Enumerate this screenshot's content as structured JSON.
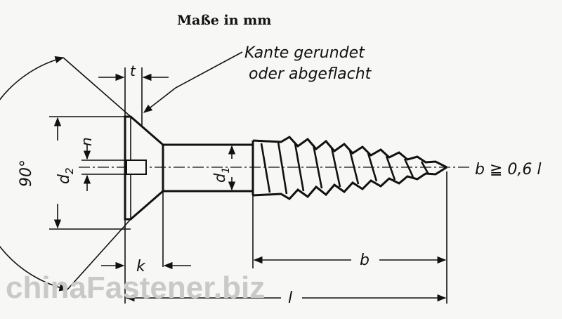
{
  "diagram": {
    "title": "Maße in mm",
    "annotation_line1": "Kante gerundet",
    "annotation_line2": "oder abgeflacht",
    "angle_label": "90°",
    "labels": {
      "t": "t",
      "n": "n",
      "d2": "d",
      "d2_sub": "2",
      "d1": "d",
      "d1_sub": "1",
      "k": "k",
      "b": "b",
      "l": "l"
    },
    "formula": "b ≧ 0,6 l"
  },
  "watermark": "chinaFastener.biz"
}
